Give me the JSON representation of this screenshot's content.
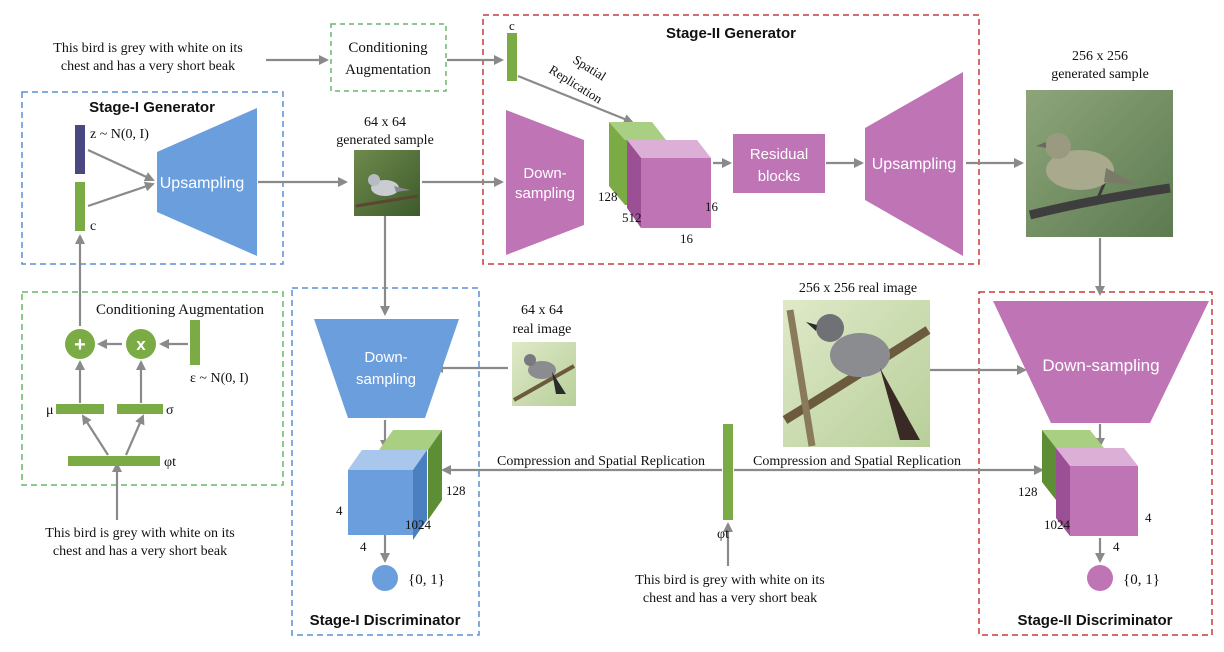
{
  "texts": {
    "caption_top": [
      "This bird is grey with white on its",
      "chest and has a very short beak"
    ],
    "caption_left": [
      "This bird is grey with white on its",
      "chest and has a very short beak"
    ],
    "caption_bottom": [
      "This bird is grey with white on its",
      "chest and has a very short beak"
    ],
    "ca_top": [
      "Conditioning",
      "Augmentation"
    ],
    "ca_left": "Conditioning Augmentation",
    "stage1_gen_title": "Stage-I Generator",
    "stage1_disc_title": "Stage-I Discriminator",
    "stage2_gen_title": "Stage-II Generator",
    "stage2_disc_title": "Stage-II Discriminator",
    "z_label": "z ~ N(0, I)",
    "c_label": "c",
    "c2_label": "c",
    "eps_label": "ε ~ N(0, I)",
    "mu": "μ",
    "sigma": "σ",
    "phi_left": "φt",
    "phi_bottom": "φt",
    "plus": "+",
    "times": "x",
    "upsampling1": "Upsampling",
    "upsampling2": "Upsampling",
    "gen64": [
      "64 x 64",
      "generated sample"
    ],
    "real64": [
      "64 x 64",
      "real image"
    ],
    "gen256": [
      "256 x 256",
      "generated sample"
    ],
    "real256": "256 x 256 real image",
    "downsampling_s2g": [
      "Down-",
      "sampling"
    ],
    "spatial_replication": [
      "Spatial",
      "Replication"
    ],
    "residual_blocks": [
      "Residual",
      "blocks"
    ],
    "cube_s2g": [
      "128",
      "512",
      "16",
      "16"
    ],
    "downsampling_s1d": [
      "Down-",
      "sampling"
    ],
    "cube_s1d": [
      "128",
      "4",
      "1024",
      "4"
    ],
    "compression_left": "Compression and Spatial Replication",
    "compression_right": "Compression and Spatial Replication",
    "downsampling_s2d": "Down-sampling",
    "cube_s2d": [
      "128",
      "1024",
      "4",
      "4"
    ],
    "out1": "{0, 1}",
    "out2": "{0, 1}"
  },
  "colors": {
    "green": "#7bab45",
    "green_light": "#a8cf82",
    "blue": "#6a9edc",
    "blue_dark": "#4a7fc0",
    "blue_light": "#a9c7ec",
    "purple": "#bf74b5",
    "purple_dark": "#9b4f94",
    "purple_light": "#dcb0d6",
    "navy": "#4a4880",
    "arrow": "#8a8a8a",
    "box_blue": "#5b8fd2",
    "box_green": "#69b86a",
    "box_red": "#c8383c"
  }
}
